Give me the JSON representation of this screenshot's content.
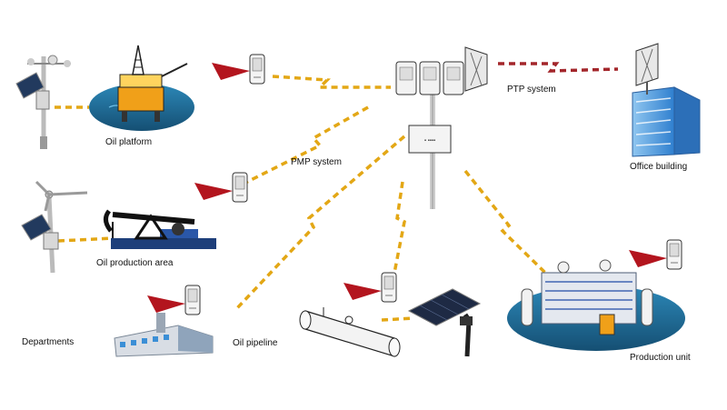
{
  "labels": {
    "oil_platform": "Oil platform",
    "pmp_system": "PMP system",
    "ptp_system": "PTP system",
    "office_building": "Office building",
    "oil_production_area": "Oil production area",
    "departments": "Departments",
    "oil_pipeline": "Oil pipeline",
    "production_unit": "Production unit"
  },
  "colors": {
    "wireless_link": "#e3a715",
    "ptp_link": "#a3262b",
    "antenna_beam": "#b3151e",
    "platform_base": "#1f6f9b",
    "building": "#3b8fd6"
  },
  "icons": [
    "solar-weather-station-icon",
    "oil-platform-icon",
    "radio-unit-icon",
    "base-station-tower-icon",
    "office-building-icon",
    "wind-turbine-icon",
    "pumpjack-icon",
    "factory-icon",
    "pipeline-icon",
    "solar-panel-icon",
    "production-unit-icon"
  ]
}
